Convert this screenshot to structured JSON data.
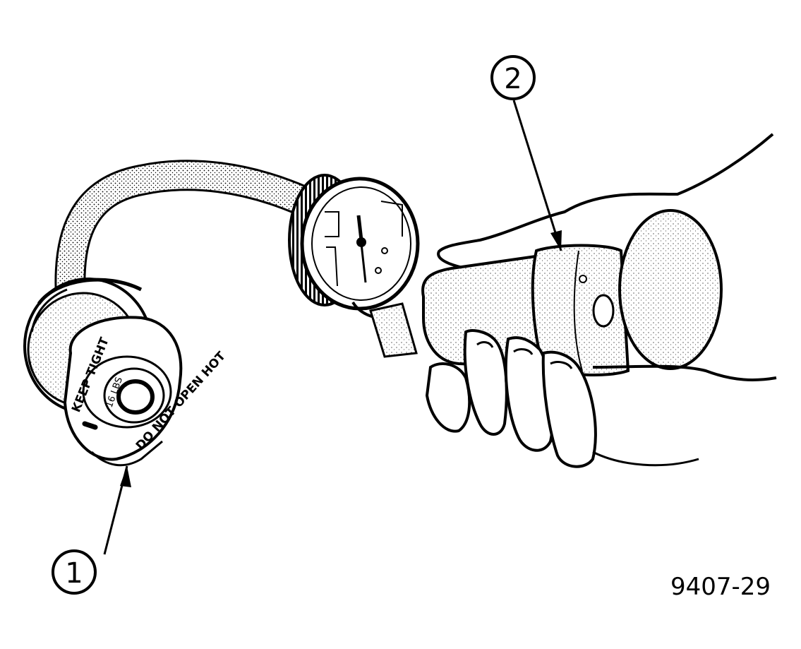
{
  "callouts": [
    {
      "number": "1"
    },
    {
      "number": "2"
    }
  ],
  "cap_text": {
    "keep_tight": "KEEP TIGHT",
    "do_not_open_hot": "DO NOT OPEN HOT",
    "pressure_rating": "16 LBS"
  },
  "figure_id": "9407-29"
}
